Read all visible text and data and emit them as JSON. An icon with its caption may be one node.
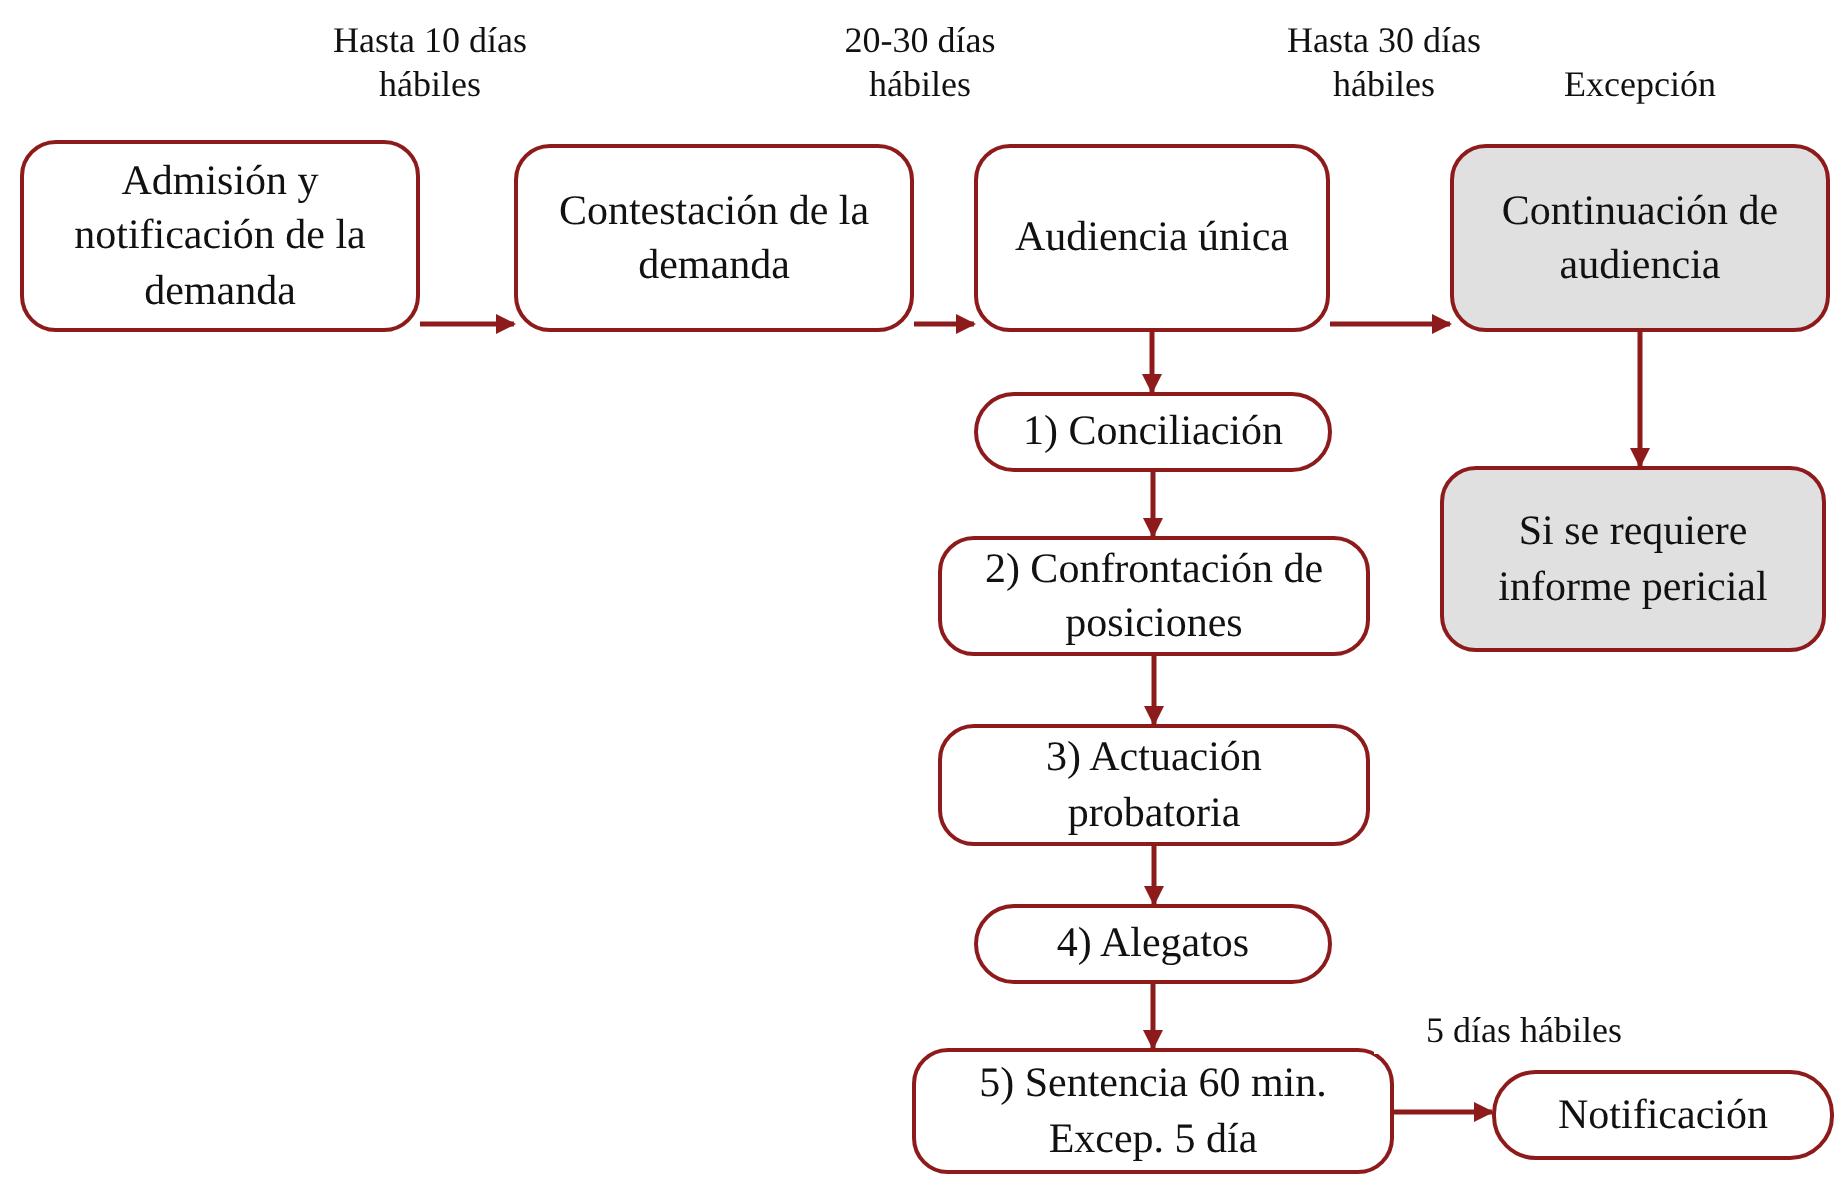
{
  "diagram": {
    "nodes": [
      {
        "text": [
          "Admisión y notificación de la demanda"
        ]
      },
      {
        "text": [
          "Contestación de la demanda"
        ]
      },
      {
        "text": [
          "Audiencia única"
        ]
      },
      {
        "text": [
          "Continuación de audiencia"
        ],
        "beside": [
          "Excepción"
        ]
      },
      {
        "text": [
          "Si se requiere informe pericial"
        ]
      },
      {
        "text": [
          "1) Conciliación"
        ]
      },
      {
        "text": [
          "2) Confrontación de posiciones"
        ]
      },
      {
        "text": [
          "3) Actuación probatoria"
        ]
      },
      {
        "text": [
          "4) Alegatos"
        ]
      },
      {
        "text": [
          "5) Sentencia 60 min. Excep. 5 día"
        ]
      },
      {
        "text": [
          "Notificación"
        ]
      }
    ],
    "edges": [
      {
        "from": 0,
        "to": 1,
        "arrow": "to"
      },
      {
        "from": 1,
        "to": 2,
        "arrow": "to"
      },
      {
        "from": 2,
        "to": 3,
        "arrow": "to"
      },
      {
        "from": 3,
        "to": 4,
        "arrow": "to"
      },
      {
        "from": 2,
        "to": 5,
        "arrow": "to"
      },
      {
        "from": 5,
        "to": 6,
        "arrow": "to"
      },
      {
        "from": 6,
        "to": 7,
        "arrow": "to"
      },
      {
        "from": 7,
        "to": 8,
        "arrow": "to"
      },
      {
        "from": 8,
        "to": 9,
        "arrow": "to"
      },
      {
        "from": 9,
        "to": 10,
        "arrow": "to",
        "label": "5 días hábiles"
      }
    ],
    "labels": [
      "Hasta 10 días hábiles",
      "20-30 días hábiles",
      "Hasta 30 días hábiles"
    ]
  }
}
